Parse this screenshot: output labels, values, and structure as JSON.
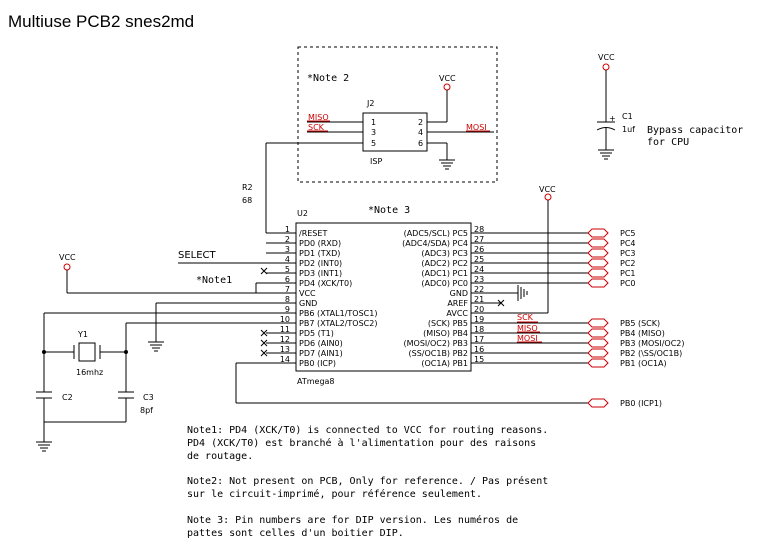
{
  "title": "Multiuse PCB2  snes2md",
  "vcc_label": "VCC",
  "select_label": "SELECT",
  "note1_marker": "*Note1",
  "note2_marker": "*Note 2",
  "note3_marker": "*Note 3",
  "r2": {
    "ref": "R2",
    "value": "68"
  },
  "c1": {
    "ref": "C1",
    "value": "1uf",
    "desc_line1": "Bypass capacitor",
    "desc_line2": "for CPU"
  },
  "c2": {
    "ref": "C2"
  },
  "c3": {
    "ref": "C3",
    "value": "8pf"
  },
  "y1": {
    "ref": "Y1",
    "value": "16mhz"
  },
  "j2": {
    "ref": "J2",
    "name": "ISP",
    "left_pins": [
      "1",
      "3",
      "5"
    ],
    "right_pins": [
      "2",
      "4",
      "6"
    ],
    "left_signals": [
      "MISO",
      "SCK"
    ],
    "right_signal": "MOSI"
  },
  "u2": {
    "ref": "U2",
    "part": "ATmega8",
    "left_pins": [
      {
        "num": "1",
        "name": "/RESET"
      },
      {
        "num": "2",
        "name": "PD0 (RXD)"
      },
      {
        "num": "3",
        "name": "PD1 (TXD)"
      },
      {
        "num": "4",
        "name": "PD2 (INT0)"
      },
      {
        "num": "5",
        "name": "PD3 (INT1)"
      },
      {
        "num": "6",
        "name": "PD4 (XCK/T0)"
      },
      {
        "num": "7",
        "name": "VCC"
      },
      {
        "num": "8",
        "name": "GND"
      },
      {
        "num": "9",
        "name": "PB6 (XTAL1/TOSC1)"
      },
      {
        "num": "10",
        "name": "PB7 (XTAL2/TOSC2)"
      },
      {
        "num": "11",
        "name": "PD5 (T1)"
      },
      {
        "num": "12",
        "name": "PD6 (AIN0)"
      },
      {
        "num": "13",
        "name": "PD7 (AIN1)"
      },
      {
        "num": "14",
        "name": "PB0 (ICP)"
      }
    ],
    "right_pins": [
      {
        "num": "28",
        "name": "(ADC5/SCL) PC5"
      },
      {
        "num": "27",
        "name": "(ADC4/SDA) PC4"
      },
      {
        "num": "26",
        "name": "(ADC3) PC3"
      },
      {
        "num": "25",
        "name": "(ADC2) PC2"
      },
      {
        "num": "24",
        "name": "(ADC1) PC1"
      },
      {
        "num": "23",
        "name": "(ADC0) PC0"
      },
      {
        "num": "22",
        "name": "GND"
      },
      {
        "num": "21",
        "name": "AREF"
      },
      {
        "num": "20",
        "name": "AVCC"
      },
      {
        "num": "19",
        "name": "(SCK) PB5"
      },
      {
        "num": "18",
        "name": "(MISO) PB4"
      },
      {
        "num": "17",
        "name": "(MOSI/OC2) PB3"
      },
      {
        "num": "16",
        "name": "(SS/OC1B) PB2"
      },
      {
        "num": "15",
        "name": "(OC1A) PB1"
      }
    ]
  },
  "spi_labels": [
    "SCK",
    "MISO",
    "MOSI"
  ],
  "ports": [
    "PC5",
    "PC4",
    "PC3",
    "PC2",
    "PC1",
    "PC0",
    "PB5 (SCK)",
    "PB4 (MISO)",
    "PB3 (MOSI/OC2)",
    "PB2 (\\SS/OC1B)",
    "PB1 (OC1A)",
    "PB0 (ICP1)"
  ],
  "notes": {
    "note1_lines": [
      "Note1: PD4 (XCK/T0) is connected to VCC for routing reasons.",
      "PD4 (XCK/T0) est branché à l'alimentation pour des raisons",
      "de routage."
    ],
    "note2_lines": [
      "Note2: Not present on PCB, Only for reference. / Pas présent",
      "sur le circuit-imprimé, pour référence seulement."
    ],
    "note3_lines": [
      "Note 3: Pin numbers are for DIP version. Les numéros de",
      "pattes sont celles d'un boitier DIP."
    ]
  }
}
